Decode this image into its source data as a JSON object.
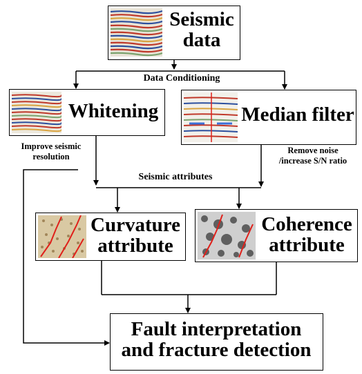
{
  "nodes": {
    "seismic_data": {
      "line1": "Seismic",
      "line2": "data"
    },
    "whitening": {
      "label": "Whitening"
    },
    "median_filter": {
      "label": "Median filter"
    },
    "curvature": {
      "line1": "Curvature",
      "line2": "attribute"
    },
    "coherence": {
      "line1": "Coherence",
      "line2": "attribute"
    },
    "fault": {
      "line1": "Fault interpretation",
      "line2": "and fracture detection"
    }
  },
  "edge_labels": {
    "data_conditioning": "Data Conditioning",
    "improve_line1": "Improve seismic",
    "improve_line2": "resolution",
    "remove_line1": "Remove noise",
    "remove_line2": "/increase S/N ratio",
    "seismic_attributes": "Seismic attributes"
  },
  "colors": {
    "fault_line": "#e0201a",
    "seismic_red": "#c0392b",
    "seismic_blue": "#2c4f9e",
    "arrow": "#000000"
  }
}
